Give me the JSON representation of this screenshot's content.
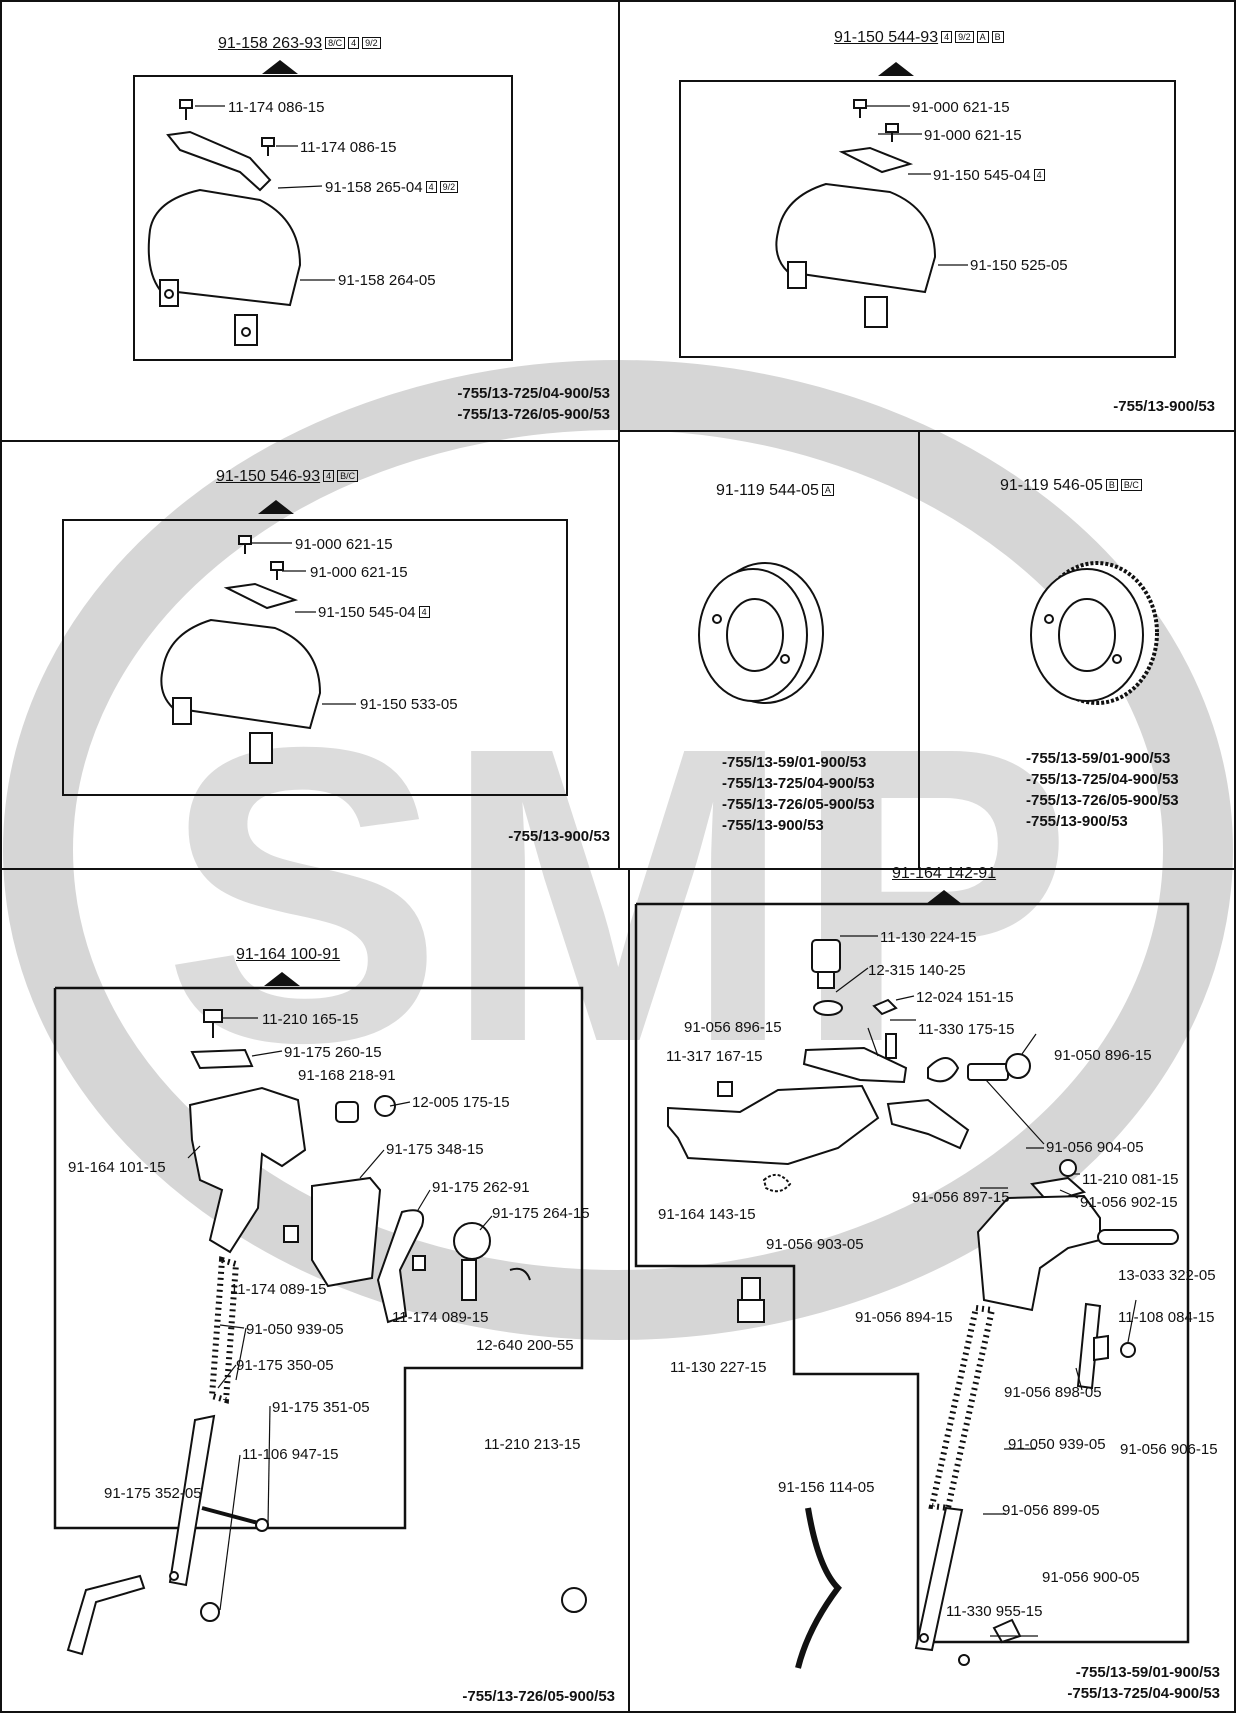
{
  "watermark": {
    "text": "SMP",
    "color": "#d4d4d4"
  },
  "panel1": {
    "assembly": "91-158 263-93",
    "codes": [
      "8/C",
      "4",
      "9/2"
    ],
    "parts": [
      "11-174 086-15",
      "11-174 086-15",
      "91-158 265-04",
      "91-158 264-05"
    ],
    "part3_codes": [
      "4",
      "9/2"
    ],
    "models": [
      "-755/13-725/04-900/53",
      "-755/13-726/05-900/53"
    ]
  },
  "panel2": {
    "assembly": "91-150 544-93",
    "codes": [
      "4",
      "9/2",
      "A",
      "B"
    ],
    "parts": [
      "91-000 621-15",
      "91-000 621-15",
      "91-150 545-04",
      "91-150 525-05"
    ],
    "part3_codes": [
      "4"
    ],
    "models": [
      "-755/13-900/53"
    ]
  },
  "panel3": {
    "assembly": "91-150 546-93",
    "codes": [
      "4",
      "B/C"
    ],
    "parts": [
      "91-000 621-15",
      "91-000 621-15",
      "91-150 545-04",
      "91-150 533-05"
    ],
    "part3_codes": [
      "4"
    ],
    "models": [
      "-755/13-900/53"
    ]
  },
  "panel4": {
    "title": "91-119 544-05",
    "codes": [
      "A"
    ],
    "models": [
      "-755/13-59/01-900/53",
      "-755/13-725/04-900/53",
      "-755/13-726/05-900/53",
      "-755/13-900/53"
    ]
  },
  "panel5": {
    "title": "91-119 546-05",
    "codes": [
      "B",
      "B/C"
    ],
    "models": [
      "-755/13-59/01-900/53",
      "-755/13-725/04-900/53",
      "-755/13-726/05-900/53",
      "-755/13-900/53"
    ]
  },
  "panel6": {
    "assembly": "91-164 100-91",
    "parts": {
      "p1": "11-210 165-15",
      "p2": "91-175 260-15",
      "p3": "91-168 218-91",
      "p4": "12-005 175-15",
      "p5": "91-164 101-15",
      "p6": "91-175 348-15",
      "p7": "91-175 262-91",
      "p8": "91-175 264-15",
      "p9": "11-174 089-15",
      "p10": "11-174 089-15",
      "p11": "12-640 200-55",
      "p12": "91-050 939-05",
      "p13": "91-175 350-05",
      "p14": "91-175 351-05",
      "p15": "11-106 947-15",
      "p16": "91-175 352-05",
      "p17": "11-210 213-15"
    },
    "models": [
      "-755/13-726/05-900/53"
    ]
  },
  "panel7": {
    "assembly": "91-164 142-91",
    "parts": {
      "q1": "11-130 224-15",
      "q2": "12-315 140-25",
      "q3": "12-024 151-15",
      "q4": "91-056 896-15",
      "q5": "11-330 175-15",
      "q6": "11-317 167-15",
      "q7": "91-050 896-15",
      "q8": "91-056 904-05",
      "q9": "91-164 143-15",
      "q10": "91-056 903-05",
      "q11": "91-056 897-15",
      "q12": "11-210 081-15",
      "q13": "91-056 902-15",
      "q14": "13-033 322-05",
      "q15": "91-056 894-15",
      "q16": "11-108 084-15",
      "q17": "11-130 227-15",
      "q18": "91-056 898-05",
      "q19": "91-050 939-05",
      "q20": "91-056 906-15",
      "q21": "91-156 114-05",
      "q22": "91-056 899-05",
      "q23": "91-056 900-05",
      "q24": "11-330 955-15"
    },
    "models": [
      "-755/13-59/01-900/53",
      "-755/13-725/04-900/53"
    ]
  }
}
